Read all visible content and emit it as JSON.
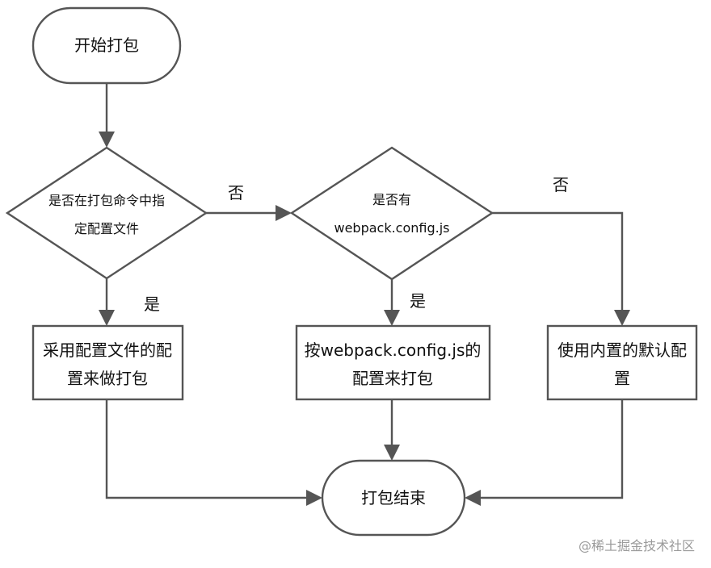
{
  "nodes": {
    "start": "开始打包",
    "decision_specified": [
      "是否在打包命令中指",
      "定配置文件"
    ],
    "decision_webpack": [
      "是否有",
      "webpack.config.js"
    ],
    "use_specified": [
      "采用配置文件的配",
      "置来做打包"
    ],
    "use_webpack": [
      "按webpack.config.js的",
      "配置来打包"
    ],
    "use_builtin": [
      "使用内置的默认配",
      "置"
    ],
    "end": "打包结束"
  },
  "edges": {
    "no_1": "否",
    "no_2": "否",
    "yes_1": "是",
    "yes_2": "是"
  },
  "watermark": "@稀土掘金技术社区"
}
